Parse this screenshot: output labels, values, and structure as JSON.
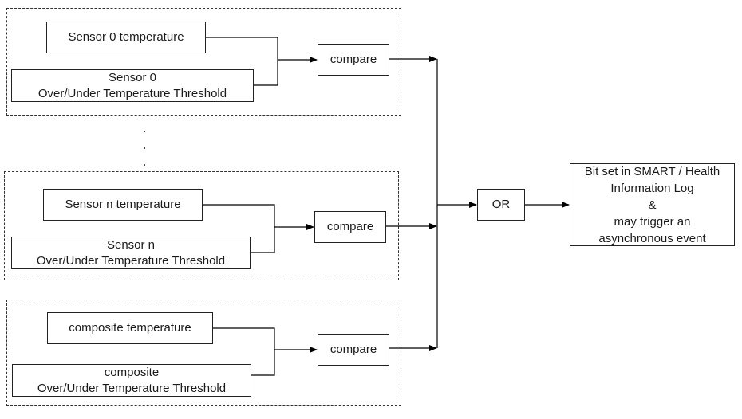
{
  "groups": [
    {
      "sensor_label": "Sensor 0 temperature",
      "threshold_label": "Sensor 0\nOver/Under Temperature Threshold",
      "compare_label": "compare"
    },
    {
      "sensor_label": "Sensor n temperature",
      "threshold_label": "Sensor n\nOver/Under Temperature Threshold",
      "compare_label": "compare"
    },
    {
      "sensor_label": "composite temperature",
      "threshold_label": "composite\nOver/Under Temperature Threshold",
      "compare_label": "compare"
    }
  ],
  "ellipsis": ".\n.\n.",
  "or_label": "OR",
  "result_label": "Bit set in SMART / Health\nInformation Log\n&\nmay trigger an\nasynchronous event",
  "colors": {
    "line": "#000000",
    "border": "#222222",
    "dashed_border": "#333333",
    "text": "#1a1a1a"
  }
}
